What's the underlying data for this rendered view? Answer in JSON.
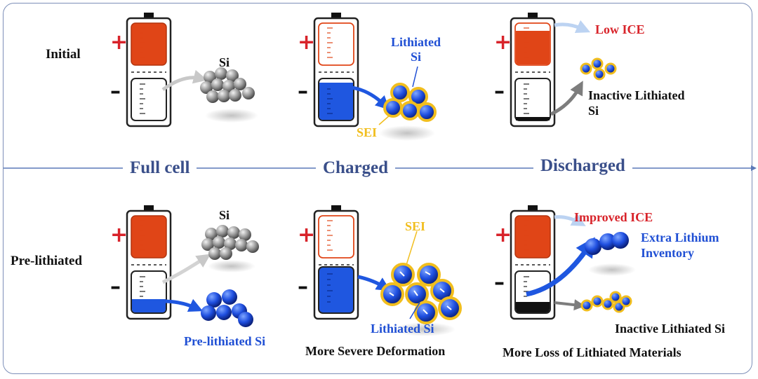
{
  "rows": {
    "initial": "Initial",
    "prelithiated": "Pre-lithiated"
  },
  "stages": {
    "full_cell": "Full cell",
    "charged": "Charged",
    "discharged": "Discharged"
  },
  "labels": {
    "si_top": "Si",
    "lithiated_si_top": "Lithiated\nSi",
    "sei_top": "SEI",
    "low_ice": "Low ICE",
    "inactive_lithiated_si_top": "Inactive Lithiated\nSi",
    "si_bottom": "Si",
    "prelithiated_si": "Pre-lithiated Si",
    "sei_bottom": "SEI",
    "lithiated_si_bottom": "Lithiated Si",
    "severe_deformation": "More Severe Deformation",
    "improved_ice": "Improved ICE",
    "extra_lithium": "Extra Lithium\nInventory",
    "inactive_lithiated_si_bottom": "Inactive Lithiated Si",
    "loss_lithiated": "More Loss of Lithiated Materials"
  },
  "signs": {
    "plus": "+",
    "minus": "–"
  },
  "colors": {
    "cathode": "#e04517",
    "anode_li": "#1f57e0",
    "sei": "#f1be1e",
    "si": "#8c8c8c",
    "frame": "#7d8fb8",
    "stage_text": "#3a4f8a"
  },
  "icons": [
    "battery-icon",
    "silicon-particle-cluster-icon",
    "lithiated-silicon-cluster-icon",
    "arrow-icon"
  ]
}
